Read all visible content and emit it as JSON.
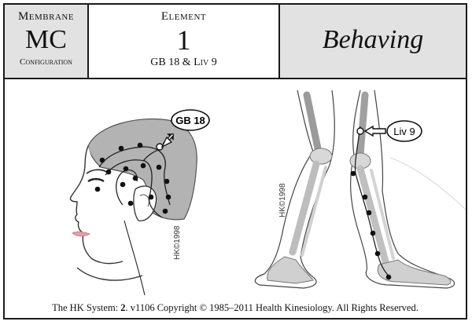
{
  "header": {
    "membrane": {
      "label": "Membrane",
      "code": "MC",
      "sublabel": "Configuration"
    },
    "element": {
      "label": "Element",
      "number": "1",
      "point_a": "GB 18",
      "joiner": "&",
      "point_b": "Liv 9"
    },
    "state": {
      "label": "Behaving"
    }
  },
  "figure": {
    "head_point_label": "GB 18",
    "leg_point_label": "Liv 9",
    "watermark_head": "HK©1998",
    "watermark_leg": "HK©1998"
  },
  "footer": {
    "prefix": "The HK System: ",
    "volume": "2",
    "rest": ". v1106 Copyright © 1985–2011  Health Kinesiology.  All Rights Reserved."
  },
  "colors": {
    "panel_gray": "#e2e2e2",
    "hair_gray": "#b3b3b3",
    "lip_pink": "#e7a0a8",
    "border": "#1a1a1a"
  }
}
